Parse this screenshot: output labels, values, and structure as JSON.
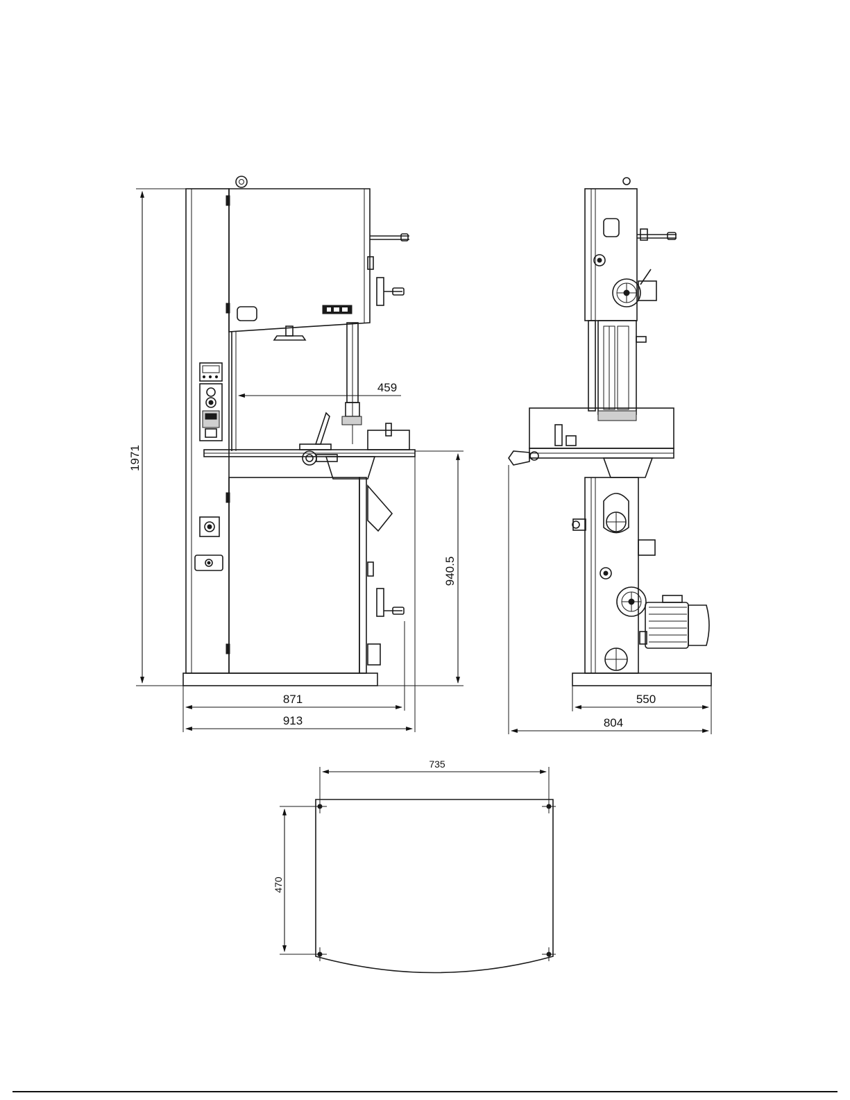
{
  "dimensions": {
    "height_total": "1971",
    "throat": "459",
    "table_height": "940.5",
    "base_width_front": "871",
    "overall_width_front": "913",
    "base_width_side": "550",
    "overall_width_side": "804",
    "mount_width": "735",
    "mount_depth": "470"
  },
  "views": [
    "front-view",
    "side-view",
    "mounting-plan"
  ],
  "brand_badge_icon": "jet-logo-badge",
  "colors": {
    "line": "#1a1a1a",
    "background": "#ffffff"
  }
}
